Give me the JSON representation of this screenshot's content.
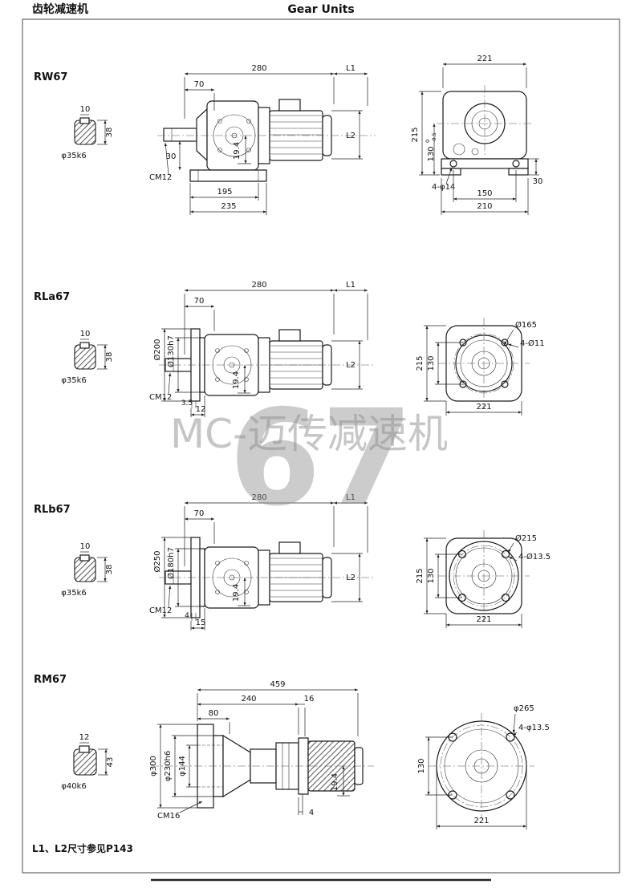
{
  "page": {
    "title_cn": "齿轮减速机",
    "title_en": "Gear Units",
    "footer_note": "L1、L2尺寸参见P143",
    "watermark_text": "MC-迈传减速机",
    "watermark_number": "67"
  },
  "rw67": {
    "label": "RW67",
    "shaft": {
      "key_w": "10",
      "height": "38",
      "dia": "φ35k6"
    },
    "side": {
      "d280": "280",
      "dL1": "L1",
      "d70": "70",
      "d30": "30",
      "cm": "CM12",
      "d19_4": "19.4",
      "dL2": "L2",
      "d195": "195",
      "d235": "235"
    },
    "end": {
      "d221": "221",
      "d215": "215",
      "d130": "130",
      "tol_sup": "0",
      "tol_sub": "-0.5",
      "holes": "4-φ14",
      "d150": "150",
      "d30": "30",
      "d210": "210"
    }
  },
  "rla67": {
    "label": "RLa67",
    "shaft": {
      "key_w": "10",
      "height": "38",
      "dia": "φ35k6"
    },
    "side": {
      "d280": "280",
      "dL1": "L1",
      "d70": "70",
      "flange": "Ø200",
      "spigot": "Ø130h7",
      "cm": "CM12",
      "d3_5": "3.5",
      "d12": "12",
      "d19_4": "19.4",
      "dL2": "L2"
    },
    "end": {
      "dia": "Ø165",
      "holes": "4-Ø11",
      "d215": "215",
      "d130": "130",
      "d221": "221"
    }
  },
  "rlb67": {
    "label": "RLb67",
    "shaft": {
      "key_w": "10",
      "height": "38",
      "dia": "φ35k6"
    },
    "side": {
      "d280": "280",
      "dL1": "L1",
      "d70": "70",
      "flange": "Ø250",
      "spigot": "Ø180h7",
      "cm": "CM12",
      "d4": "4",
      "d15": "15",
      "d19_4": "19.4",
      "dL2": "L2"
    },
    "end": {
      "dia": "Ø215",
      "holes": "4-Ø13.5",
      "d215": "215",
      "d130": "130",
      "d221": "221"
    }
  },
  "rm67": {
    "label": "RM67",
    "shaft": {
      "key_w": "12",
      "height": "43",
      "dia": "φ40k6"
    },
    "side": {
      "d459": "459",
      "d240": "240",
      "d16": "16",
      "d80": "80",
      "dia300": "φ300",
      "dia230": "φ230h6",
      "dia144": "φ144",
      "cm": "CM16",
      "d4": "4",
      "d19_4": "19.4"
    },
    "end": {
      "dia": "φ265",
      "holes": "4-φ13.5",
      "d130": "130",
      "d221": "221"
    }
  }
}
